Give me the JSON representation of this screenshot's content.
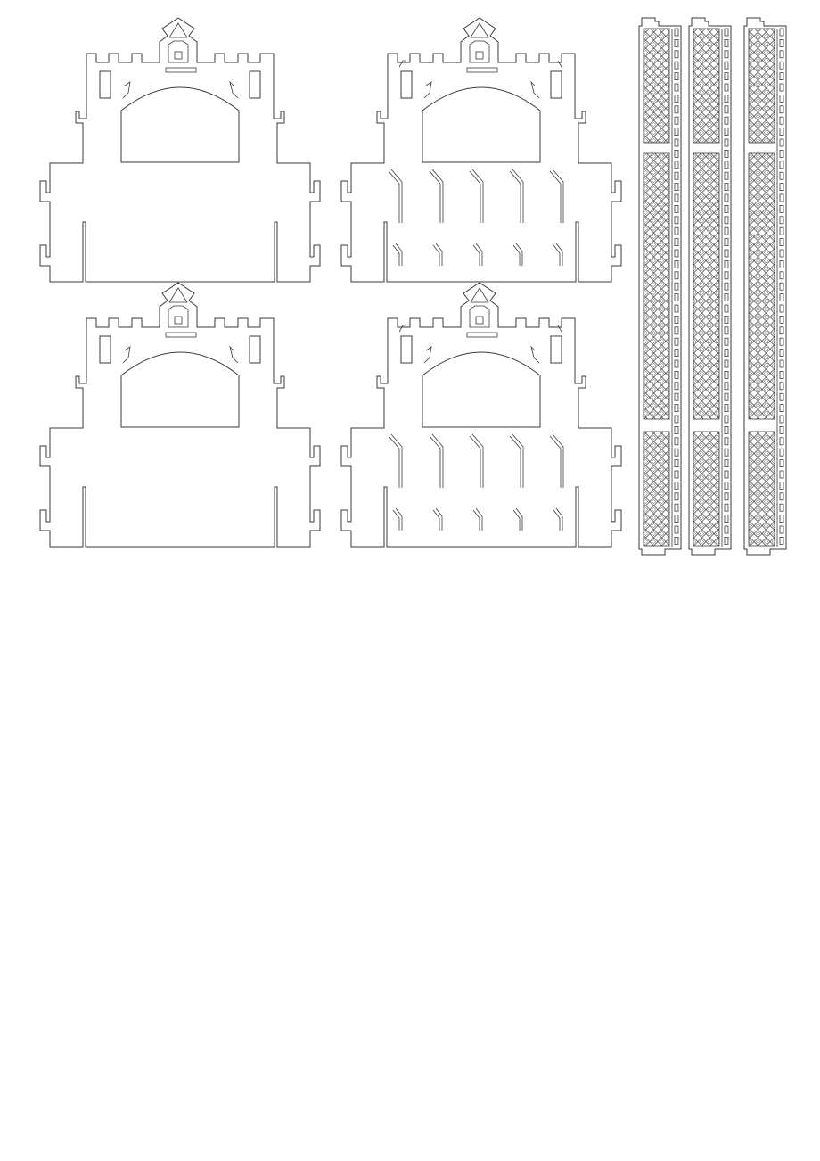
{
  "sheet": {
    "background": "#ffffff",
    "line_color": "#3a3a3a"
  },
  "panels": [
    {
      "name": "castle-panel-plain-top",
      "variant": "plain"
    },
    {
      "name": "castle-panel-slotted-top",
      "variant": "slotted"
    },
    {
      "name": "castle-panel-plain-bottom",
      "variant": "plain"
    },
    {
      "name": "castle-panel-slotted-bottom",
      "variant": "slotted"
    }
  ],
  "strips": [
    {
      "name": "lattice-strip-1",
      "sections": 3
    },
    {
      "name": "lattice-strip-2",
      "sections": 3
    },
    {
      "name": "lattice-strip-3",
      "sections": 3
    }
  ]
}
